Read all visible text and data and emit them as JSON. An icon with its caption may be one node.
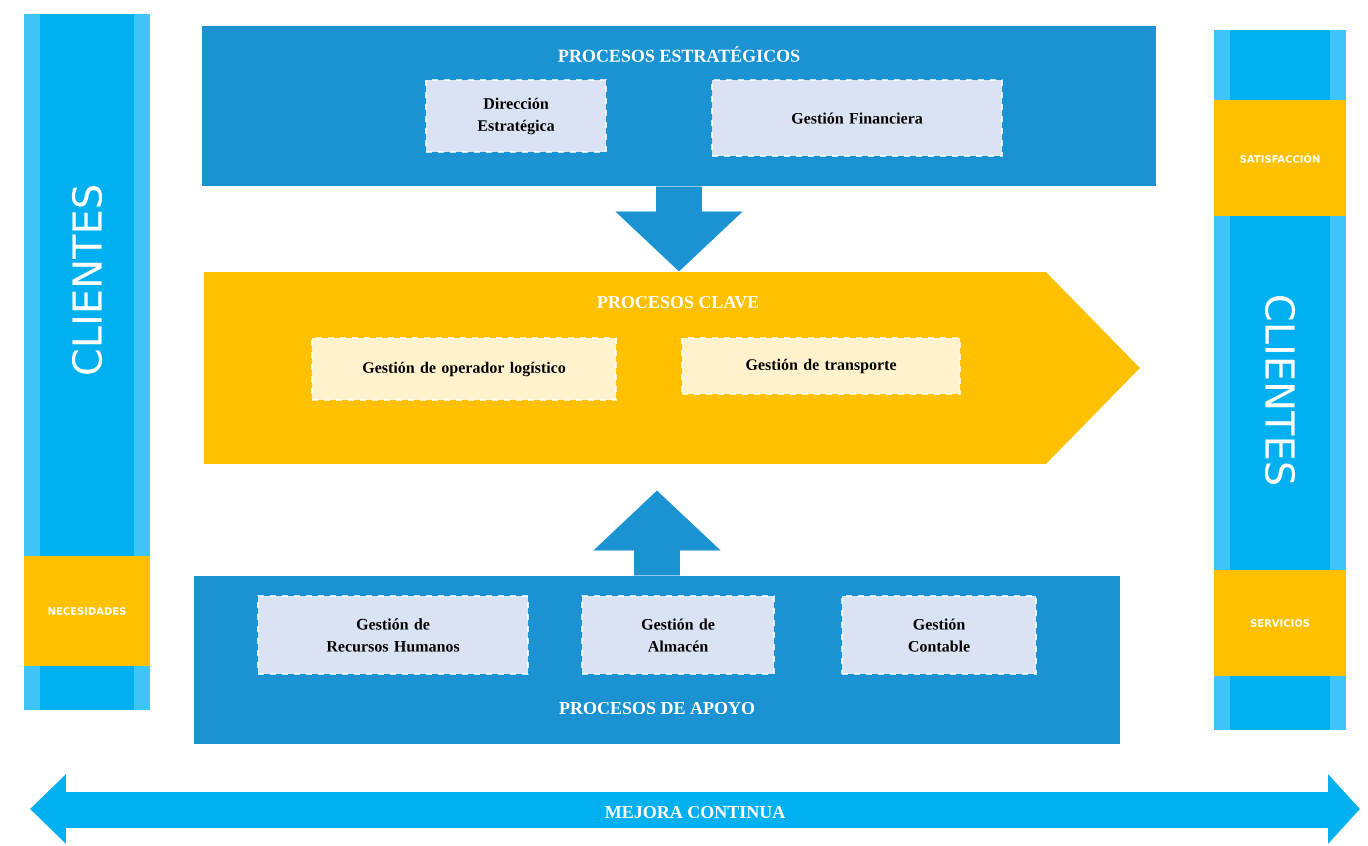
{
  "diagram": {
    "nodes": [
      {
        "text": [
          "CLIENTES"
        ]
      },
      {
        "text": [
          "NECESIDADES"
        ],
        "in": 0
      },
      {
        "text": [
          "PROCESOS ESTRATÉGICOS"
        ]
      },
      {
        "text": [
          "Dirección Estratégica"
        ],
        "in": 2
      },
      {
        "text": [
          "Gestión Financiera"
        ],
        "in": 2
      },
      {
        "text": [
          "PROCESOS CLAVE"
        ]
      },
      {
        "text": [
          "Gestión de operador logístico"
        ],
        "in": 5
      },
      {
        "text": [
          "Gestión de transporte"
        ],
        "in": 5
      },
      {
        "text": [
          "PROCESOS DE APOYO"
        ]
      },
      {
        "text": [
          "Gestión de Recursos Humanos"
        ],
        "in": 8
      },
      {
        "text": [
          "Gestión de Almacén"
        ],
        "in": 8
      },
      {
        "text": [
          "Gestión Contable"
        ],
        "in": 8
      },
      {
        "text": [
          "CLIENTES"
        ]
      },
      {
        "text": [
          "SATISFACCIÓN"
        ],
        "in": 12
      },
      {
        "text": [
          "SERVICIOS"
        ],
        "in": 12
      },
      {
        "text": [
          "MEJORA CONTINUA"
        ]
      }
    ],
    "edges": [
      {
        "from": 2,
        "to": 5,
        "arrow": "to"
      },
      {
        "from": 8,
        "to": 5,
        "arrow": "to"
      }
    ]
  }
}
